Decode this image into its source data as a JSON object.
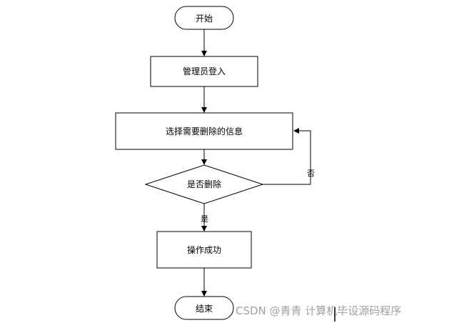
{
  "nodes": {
    "start": {
      "label": "开始"
    },
    "login": {
      "label": "管理员登入"
    },
    "select": {
      "label": "选择需要删除的信息"
    },
    "decision": {
      "label": "是否删除"
    },
    "success": {
      "label": "操作成功"
    },
    "end": {
      "label": "结束"
    }
  },
  "edges": {
    "no_label": "否",
    "yes_label": "是"
  },
  "watermark": {
    "text": "CSDN @青青  计算机毕设源码程序"
  },
  "colors": {
    "stroke": "#000000",
    "fill": "#ffffff",
    "watermark": "#a0a0a0"
  }
}
